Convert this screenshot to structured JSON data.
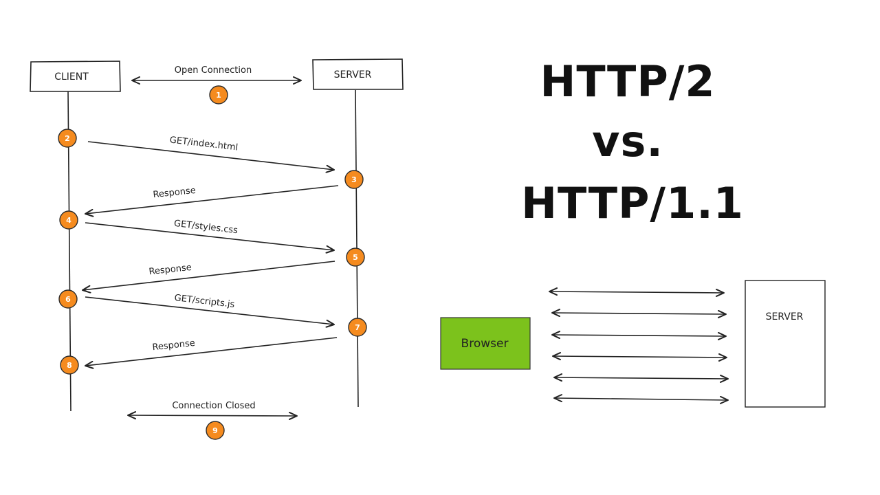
{
  "colors": {
    "step_fill": "#f58b1f",
    "step_stroke": "#2b2b2b",
    "browser_fill": "#7cc21c",
    "ink": "#222222"
  },
  "sequence": {
    "client_label": "CLIENT",
    "server_label": "SERVER",
    "messages": [
      {
        "step": "1",
        "label": "Open Connection",
        "direction": "both"
      },
      {
        "step": "2",
        "label": "GET/index.html",
        "direction": "to-server"
      },
      {
        "step": "3",
        "label": "Response",
        "direction": "to-client"
      },
      {
        "step": "4",
        "label": "GET/styles.css",
        "direction": "to-server"
      },
      {
        "step": "5",
        "label": "Response",
        "direction": "to-client"
      },
      {
        "step": "6",
        "label": "GET/scripts.js",
        "direction": "to-server"
      },
      {
        "step": "7",
        "label": "Response",
        "direction": "to-client"
      },
      {
        "step": "8",
        "label": "",
        "direction": "none"
      },
      {
        "step": "9",
        "label": "Connection Closed",
        "direction": "both"
      }
    ]
  },
  "title": {
    "line1": "HTTP/2",
    "line2": "vs.",
    "line3": "HTTP/1.1"
  },
  "multiplex": {
    "browser_label": "Browser",
    "server_label": "SERVER",
    "stream_count": 6
  }
}
